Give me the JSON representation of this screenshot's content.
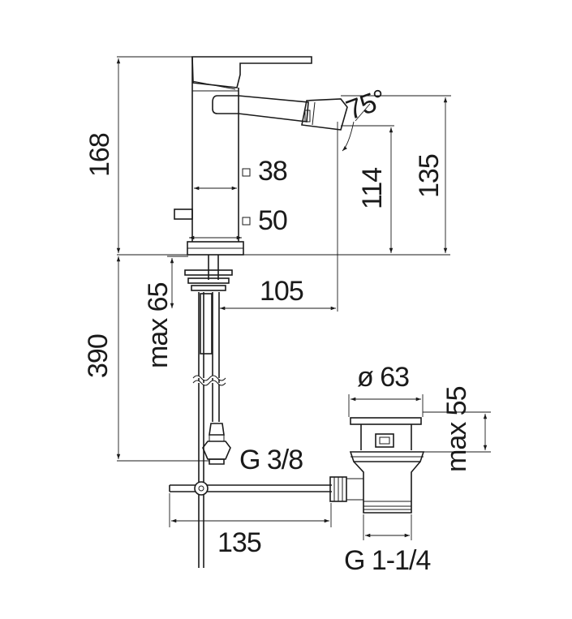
{
  "labels": {
    "height_total": "168",
    "spout_angle": "75°",
    "square_38": "38",
    "square_50": "50",
    "spout_height": "114",
    "body_height": "135",
    "max_thickness": "max 65",
    "spout_reach": "105",
    "hose_length": "390",
    "waste_diameter": "ø 63",
    "waste_max": "max 55",
    "inlet_thread": "G 3/8",
    "rod_length": "135",
    "waste_thread": "G 1-1/4"
  }
}
